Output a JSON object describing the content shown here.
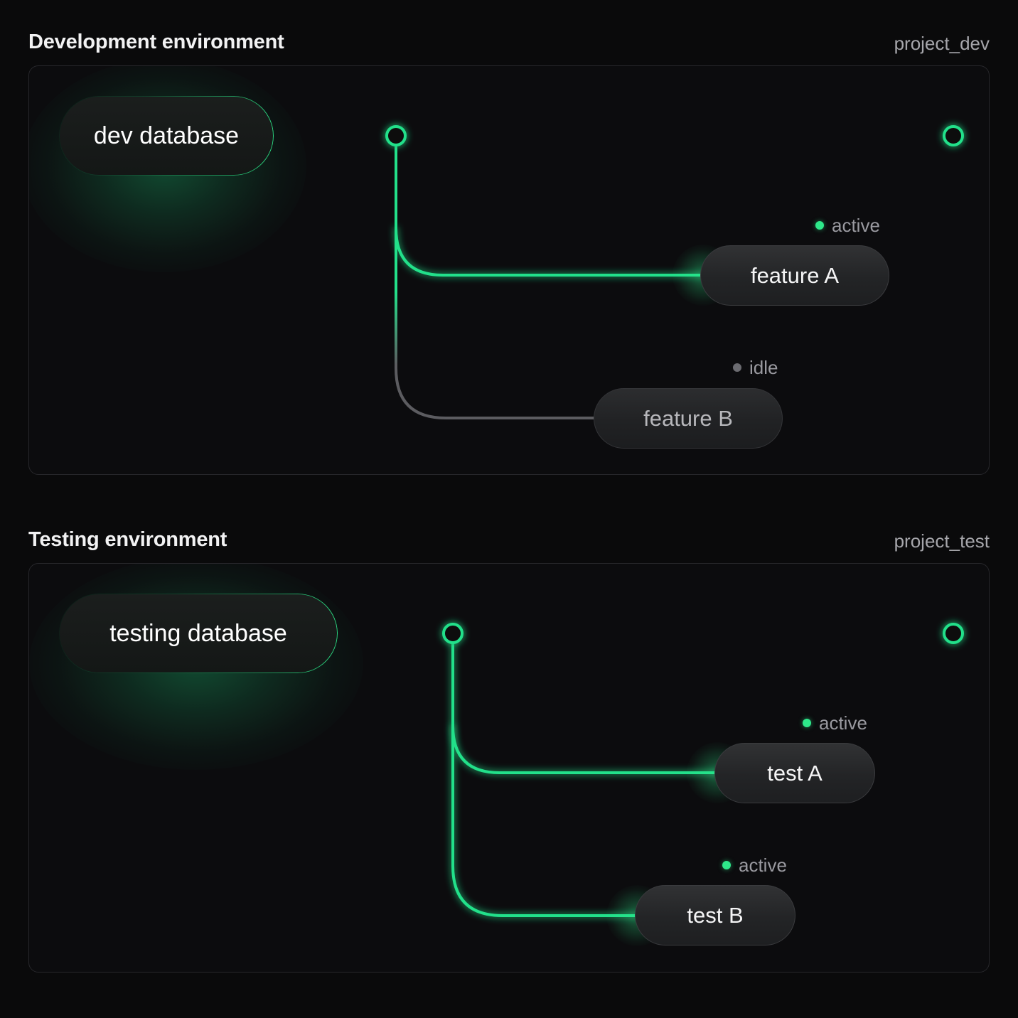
{
  "theme": {
    "page_bg": "#0a0a0b",
    "panel_bg": "#0c0c0e",
    "panel_border": "#27272b",
    "accent_green": "#2ee88a",
    "idle_gray": "#6b6b70",
    "text_primary": "#f2f2f3",
    "text_muted": "#9a9aa0"
  },
  "sections": [
    {
      "title": "Development environment",
      "project": "project_dev",
      "nodes": {
        "database": "dev database",
        "branch_a": "feature A",
        "branch_b": "feature B"
      },
      "statuses": {
        "trunk": "active",
        "branch_a": "active",
        "branch_b": "idle"
      }
    },
    {
      "title": "Testing environment",
      "project": "project_test",
      "nodes": {
        "database": "testing database",
        "branch_a": "test A",
        "branch_b": "test B"
      },
      "statuses": {
        "trunk": "active",
        "branch_a": "active",
        "branch_b": "active"
      }
    }
  ]
}
